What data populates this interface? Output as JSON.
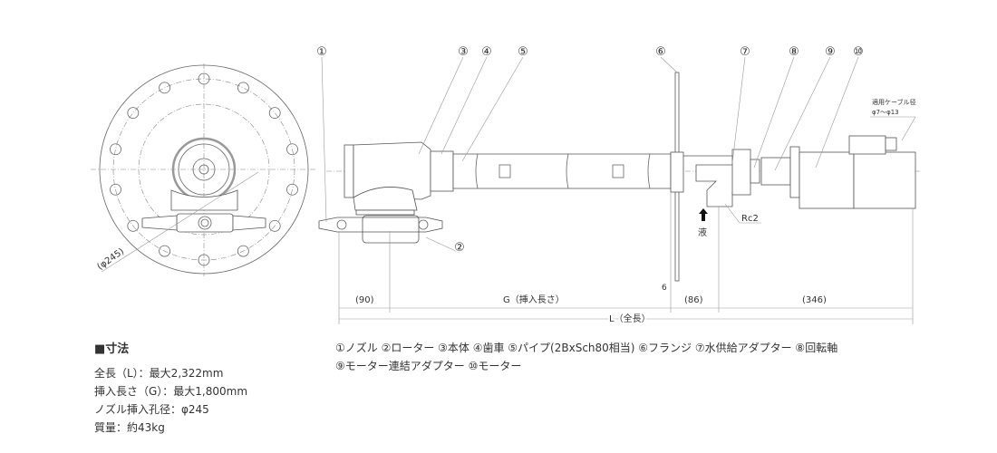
{
  "callouts": [
    "①",
    "②",
    "③",
    "④",
    "⑤",
    "⑥",
    "⑦",
    "⑧",
    "⑨",
    "⑩"
  ],
  "front_view": {
    "diameter_label": "(φ245)"
  },
  "side_view": {
    "cable_label": "適用ケーブル径",
    "cable_range": "φ7〜φ13",
    "rc_label": "Rc2",
    "liquid_label": "液",
    "flange_thickness": "6"
  },
  "dimensions": {
    "d90": "(90)",
    "g": "G（挿入長さ）",
    "d86": "(86)",
    "d346": "(346)",
    "l": "L（全長）"
  },
  "spec": {
    "title": "■寸法",
    "lines": [
      "全長（L）：最大2,322mm",
      "挿入長さ（G）：最大1,800mm",
      "ノズル挿入孔径：φ245",
      "質量：約43kg"
    ]
  },
  "legend": {
    "line1": "①ノズル ②ローター ③本体 ④歯車 ⑤パイプ(2BxSch80相当) ⑥フランジ ⑦水供給アダプター ⑧回転軸",
    "line2": "⑨モーター連結アダプター ⑩モーター"
  }
}
